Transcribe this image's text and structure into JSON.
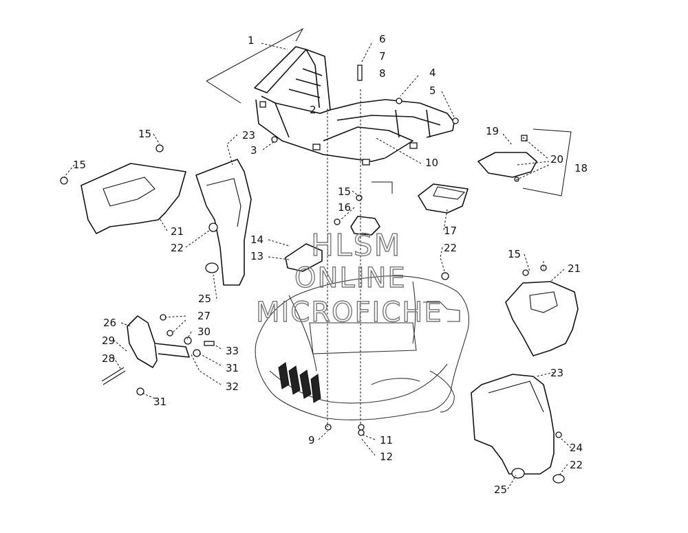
{
  "callouts": [
    {
      "id": "c1",
      "text": "1"
    },
    {
      "id": "c2",
      "text": "2"
    },
    {
      "id": "c3",
      "text": "3"
    },
    {
      "id": "c4",
      "text": "4"
    },
    {
      "id": "c5",
      "text": "5"
    },
    {
      "id": "c6",
      "text": "6"
    },
    {
      "id": "c7",
      "text": "7"
    },
    {
      "id": "c8",
      "text": "8"
    },
    {
      "id": "c9",
      "text": "9"
    },
    {
      "id": "c10",
      "text": "10"
    },
    {
      "id": "c11",
      "text": "11"
    },
    {
      "id": "c12",
      "text": "12"
    },
    {
      "id": "c13",
      "text": "13"
    },
    {
      "id": "c14",
      "text": "14"
    },
    {
      "id": "c15a",
      "text": "15"
    },
    {
      "id": "c15b",
      "text": "15"
    },
    {
      "id": "c15c",
      "text": "15"
    },
    {
      "id": "c15d",
      "text": "15"
    },
    {
      "id": "c16",
      "text": "16"
    },
    {
      "id": "c17",
      "text": "17"
    },
    {
      "id": "c18",
      "text": "18"
    },
    {
      "id": "c19",
      "text": "19"
    },
    {
      "id": "c20",
      "text": "20"
    },
    {
      "id": "c21a",
      "text": "21"
    },
    {
      "id": "c21b",
      "text": "21"
    },
    {
      "id": "c22a",
      "text": "22"
    },
    {
      "id": "c22b",
      "text": "22"
    },
    {
      "id": "c22c",
      "text": "22"
    },
    {
      "id": "c23a",
      "text": "23"
    },
    {
      "id": "c23b",
      "text": "23"
    },
    {
      "id": "c24",
      "text": "24"
    },
    {
      "id": "c25a",
      "text": "25"
    },
    {
      "id": "c25b",
      "text": "25"
    },
    {
      "id": "c26",
      "text": "26"
    },
    {
      "id": "c27",
      "text": "27"
    },
    {
      "id": "c28",
      "text": "28"
    },
    {
      "id": "c29",
      "text": "29"
    },
    {
      "id": "c30",
      "text": "30"
    },
    {
      "id": "c31a",
      "text": "31"
    },
    {
      "id": "c31b",
      "text": "31"
    },
    {
      "id": "c32",
      "text": "32"
    },
    {
      "id": "c33",
      "text": "33"
    }
  ],
  "watermark": {
    "line1": "HLSM",
    "line2": "ONLINE",
    "line3": "MICROFICHE"
  }
}
